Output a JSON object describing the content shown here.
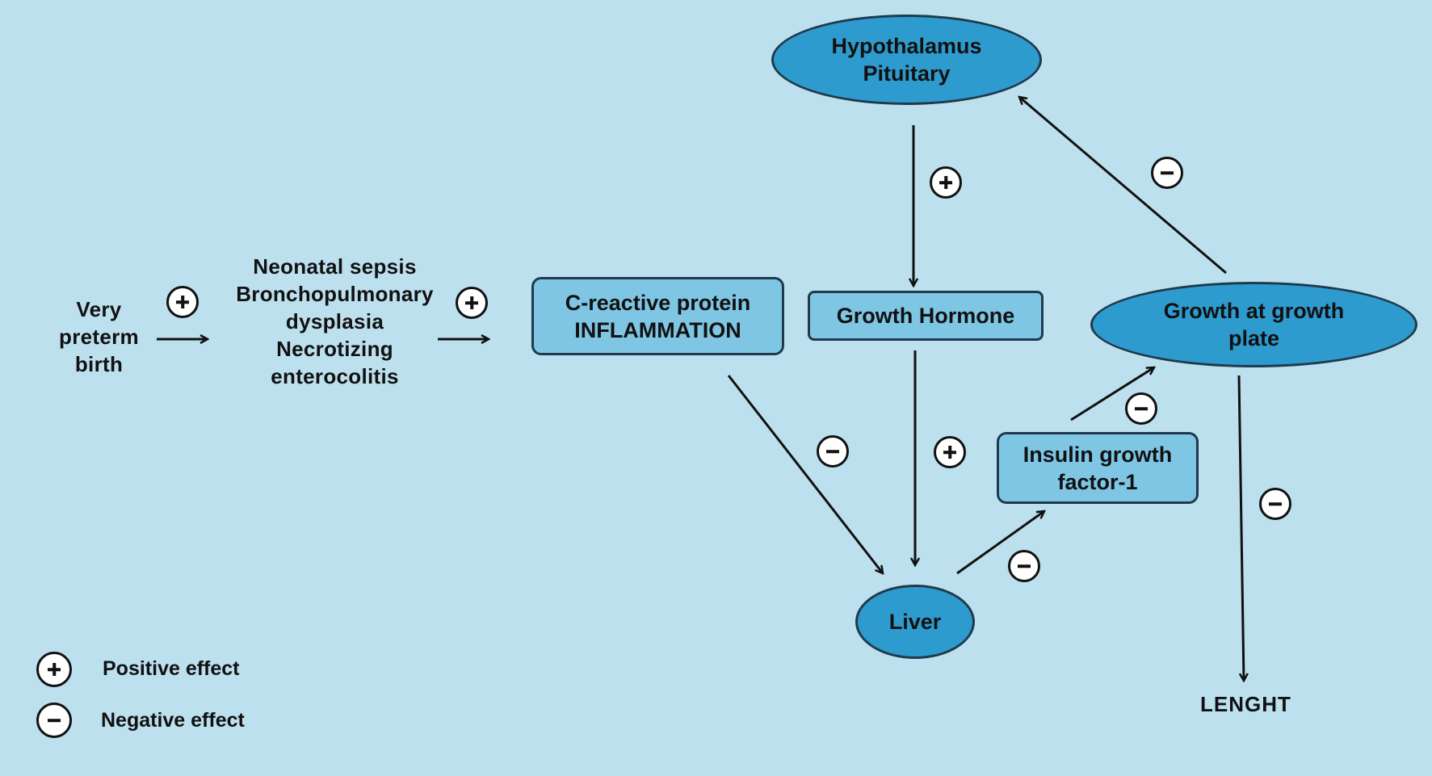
{
  "nodes": {
    "very_preterm": [
      "Very",
      "preterm",
      "birth"
    ],
    "conditions": [
      "Neonatal sepsis",
      "Bronchopulmonary",
      "dysplasia",
      "Necrotizing",
      "enterocolitis"
    ],
    "crp": [
      "C-reactive protein",
      "INFLAMMATION"
    ],
    "hypothalamus": [
      "Hypothalamus",
      "Pituitary"
    ],
    "growth_hormone": "Growth Hormone",
    "growth_plate": [
      "Growth at growth",
      "plate"
    ],
    "igf1": [
      "Insulin growth",
      "factor-1"
    ],
    "liver": "Liver",
    "length": "LENGHT"
  },
  "legend": {
    "positive": "Positive effect",
    "negative": "Negative effect"
  },
  "colors": {
    "background": "#bde0ef",
    "box_fill": "#7ec6e4",
    "ellipse_fill": "#2e9bcf",
    "outline": "#1f3a4c"
  }
}
